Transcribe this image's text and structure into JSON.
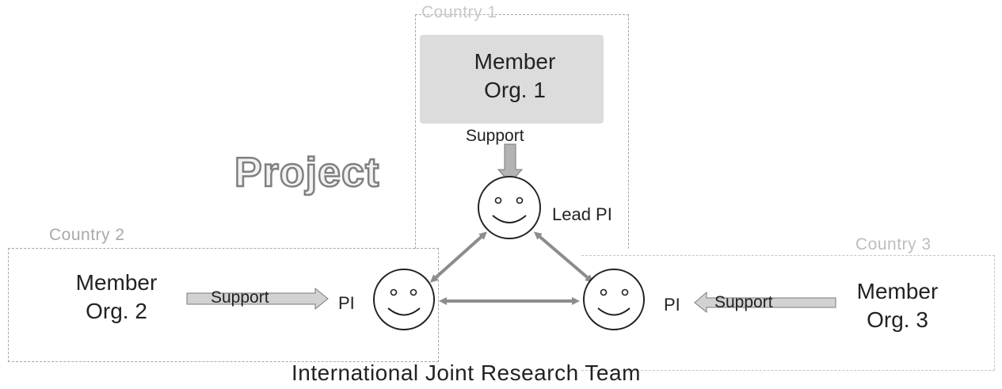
{
  "title": "Project",
  "footer": "International Joint Research Team",
  "countries": {
    "c1": "Country 1",
    "c2": "Country 2",
    "c3": "Country 3"
  },
  "members": {
    "m1": "Member\nOrg. 1",
    "m2": "Member\nOrg. 2",
    "m3": "Member\nOrg. 3"
  },
  "support_label": "Support",
  "pis": {
    "lead": "Lead PI",
    "p2": "PI",
    "p3": "PI"
  },
  "colors": {
    "dash": "#a6a6a6",
    "arrow_fill": "#b3b3b3",
    "arrow_stroke": "#7a7a7a",
    "member_box": "#dcdcdc"
  }
}
